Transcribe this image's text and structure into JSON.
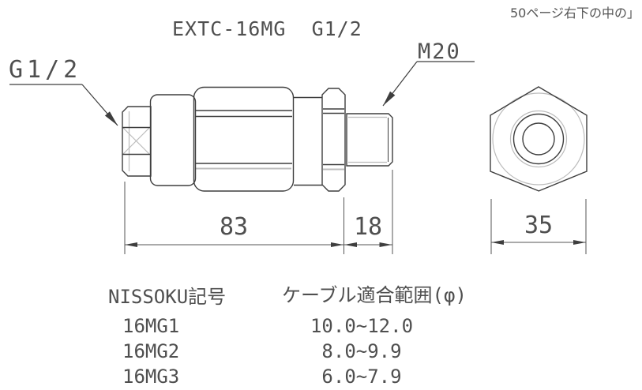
{
  "title": "EXTC-16MG  G1/2",
  "page_note": "50ページ右下の中の」",
  "drawing": {
    "labels": {
      "left_thread": "G1/2",
      "right_thread": "M20"
    },
    "dimensions": {
      "body_length": "83",
      "thread_length": "18",
      "hex_width": "35"
    }
  },
  "table": {
    "headers": {
      "code": "NISSOKU記号",
      "range": "ケーブル適合範囲(φ)"
    },
    "rows": [
      {
        "code": "16MG1",
        "range": "10.0~12.0"
      },
      {
        "code": "16MG2",
        "range": "8.0~9.9"
      },
      {
        "code": "16MG3",
        "range": "6.0~7.9"
      }
    ]
  },
  "colors": {
    "line": "#3e3e3e",
    "light_line": "#bcbcbc",
    "dim_line": "#565656",
    "text": "#4f4f4f"
  }
}
